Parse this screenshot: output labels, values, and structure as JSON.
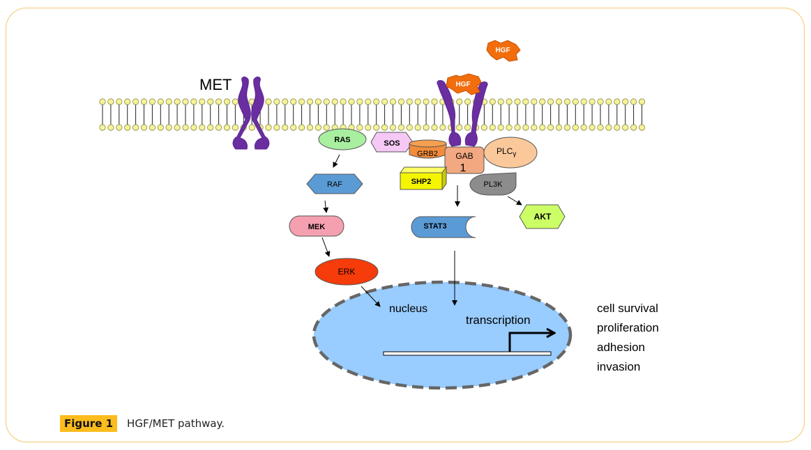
{
  "figure": {
    "label": "Figure 1",
    "caption": "HGF/MET pathway."
  },
  "labels": {
    "met": "MET",
    "hgf_free": "HGF",
    "hgf_bound": "HGF",
    "ras": "RAS",
    "sos": "SOS",
    "grb2": "GRB2",
    "gab1_line1": "GAB",
    "gab1_line2": "1",
    "plcg": "PLC",
    "plcg_sub": "γ",
    "shp2": "SHP2",
    "pl3k": "PL3K",
    "raf": "RAF",
    "akt": "AKT",
    "mek": "MEK",
    "stat3": "STAT3",
    "erk": "ERK",
    "nucleus": "nucleus",
    "transcription": "transcription"
  },
  "outcomes": [
    "cell survival",
    "proliferation",
    "adhesion",
    "invasion"
  ],
  "colors": {
    "frame": "#f5c86a",
    "receptor": "#6a2ea0",
    "hgf": "#f26d0c",
    "membrane_head": "#f5f29a",
    "ras": "#a8f0a0",
    "sos": "#f5c8f5",
    "grb2": "#f28c3c",
    "gab1": "#f2a880",
    "plcg": "#fbc89a",
    "shp2": "#f5f500",
    "pl3k": "#8c8c8c",
    "raf": "#5b9bd5",
    "akt": "#ccff66",
    "mek": "#f5a0b0",
    "stat3": "#5b9bd5",
    "erk": "#f53c0a",
    "nucleus": "#99ccff",
    "caption_label_bg": "#fbbc1d"
  }
}
